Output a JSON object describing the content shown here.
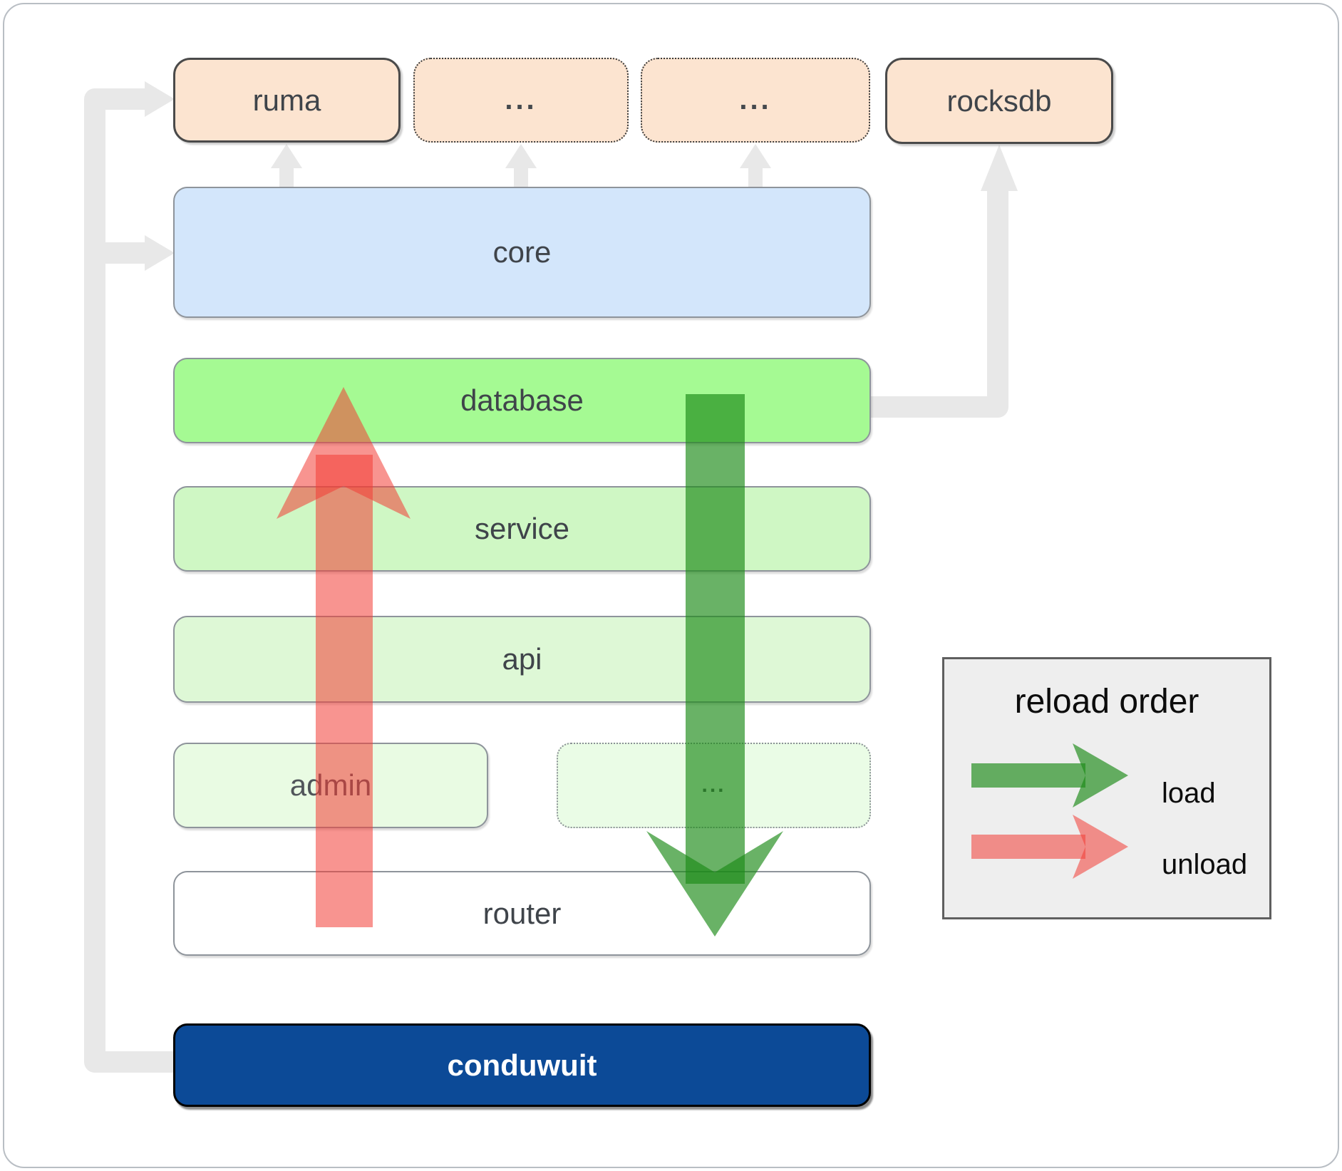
{
  "top_row": {
    "items": [
      {
        "id": "ruma",
        "label": "ruma",
        "border": "solid"
      },
      {
        "id": "ellipsis-1",
        "label": "...",
        "border": "dotted"
      },
      {
        "id": "ellipsis-2",
        "label": "...",
        "border": "dotted"
      },
      {
        "id": "rocksdb",
        "label": "rocksdb",
        "border": "solid"
      }
    ]
  },
  "layers": {
    "core": {
      "label": "core",
      "fill": "#d3e6fb"
    },
    "database": {
      "label": "database",
      "fill": "#a5fa93"
    },
    "service": {
      "label": "service",
      "fill": "#cff7c4"
    },
    "api": {
      "label": "api",
      "fill": "#def8d6"
    },
    "admin": {
      "label": "admin",
      "fill": "#e9fbe3"
    },
    "admin_ellipsis": {
      "label": "...",
      "fill": "#eafce6"
    },
    "router": {
      "label": "router",
      "fill": "#ffffff"
    },
    "conduwuit": {
      "label": "conduwuit",
      "fill": "#0c4a97"
    }
  },
  "legend": {
    "title": "reload order",
    "items": [
      {
        "label": "load",
        "color": "#1c8a17"
      },
      {
        "label": "unload",
        "color": "#f23c35"
      }
    ]
  },
  "flows": [
    {
      "name": "load",
      "direction": "down",
      "color": "rgba(28,138,23,0.66)"
    },
    {
      "name": "unload",
      "direction": "up",
      "color": "rgba(242,60,53,0.55)"
    }
  ],
  "colors": {
    "connector_gray": "#e8e8e8",
    "box_border_gray": "#8e949b",
    "dark_border": "#4a4a4a",
    "peach_fill": "#fce4d0",
    "label_text": "#3f444a",
    "frame_border": "#b9bec4"
  }
}
